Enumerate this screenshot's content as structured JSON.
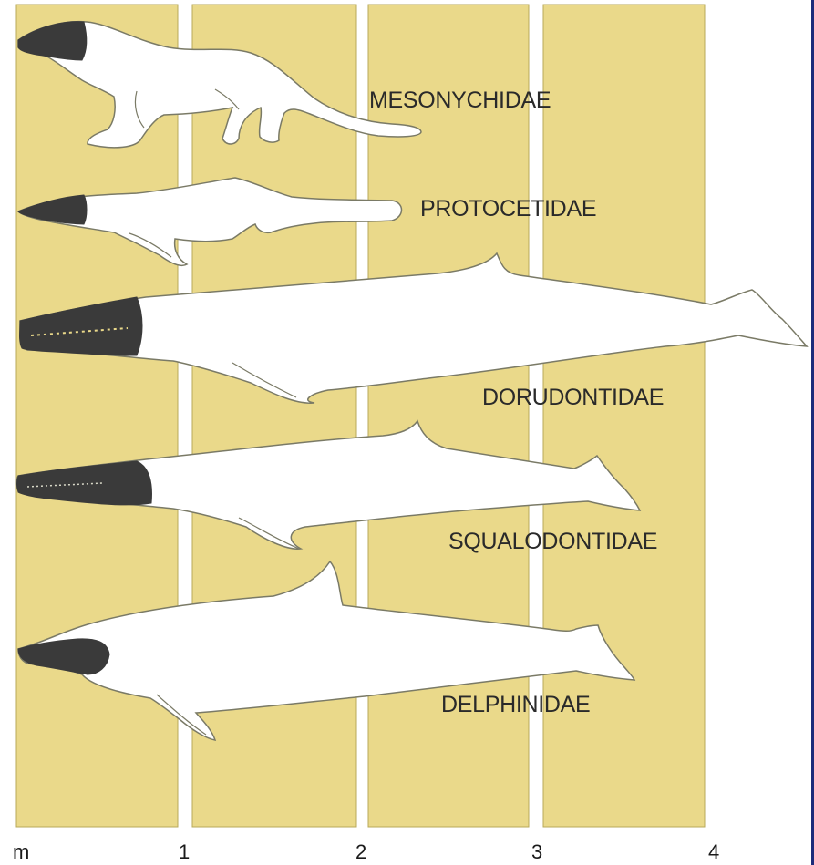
{
  "scale": {
    "unit_label": "m",
    "ticks": [
      "1",
      "2",
      "3",
      "4"
    ]
  },
  "families": [
    {
      "id": "mesonychidae",
      "label": "MESONYCHIDAE"
    },
    {
      "id": "protocetidae",
      "label": "PROTOCETIDAE"
    },
    {
      "id": "dorudontidae",
      "label": "DORUDONTIDAE"
    },
    {
      "id": "squalodontidae",
      "label": "SQUALODONTIDAE"
    },
    {
      "id": "delphinidae",
      "label": "DELPHINIDAE"
    }
  ],
  "colors": {
    "band": "#ead98a",
    "band_edge": "#b8a95a",
    "gap": "#ffffff",
    "body": "#ffffff",
    "outline": "#7a7a66",
    "head": "#3a3a3a",
    "frame": "#1c2b7a"
  }
}
